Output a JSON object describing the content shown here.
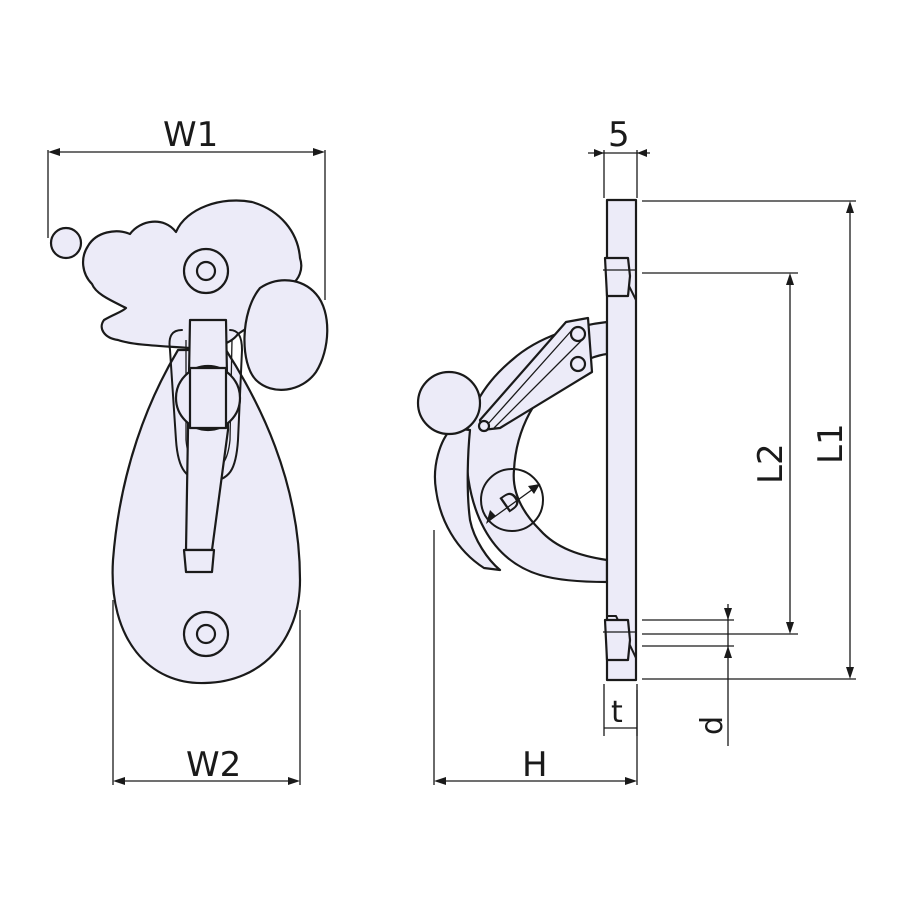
{
  "labels": {
    "w1": "W1",
    "w2": "W2",
    "five": "5",
    "l1": "L1",
    "l2": "L2",
    "h": "H",
    "t": "t",
    "d_small": "d",
    "d_large": "D"
  },
  "colors": {
    "part_fill": "#ecebf8",
    "line": "#1a1a1a",
    "background": "#ffffff"
  }
}
